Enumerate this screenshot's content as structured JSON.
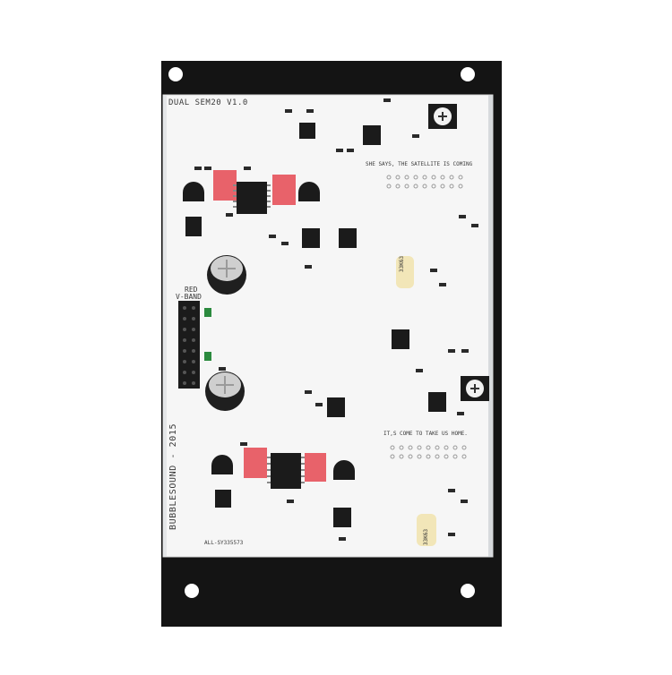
{
  "board": {
    "title": "DUAL SEM20 V1.0",
    "silk_top": "SHE SAYS, THE SATELLITE IS COMING",
    "silk_bottom": "IT,S COME TO TAKE US HOME.",
    "led_label": "RED",
    "band_label": "V-BAND",
    "brand_year": "BUBBLESOUND - 2015",
    "part_number": "ALL-SY335573",
    "resistor_label_1": "33K63",
    "resistor_label_2": "33K63"
  },
  "colors": {
    "panel": "#141414",
    "pcb": "#f7f7f7",
    "ic": "#1b1b1b",
    "red_component": "#e8626a",
    "silk": "#3a3a3a"
  }
}
